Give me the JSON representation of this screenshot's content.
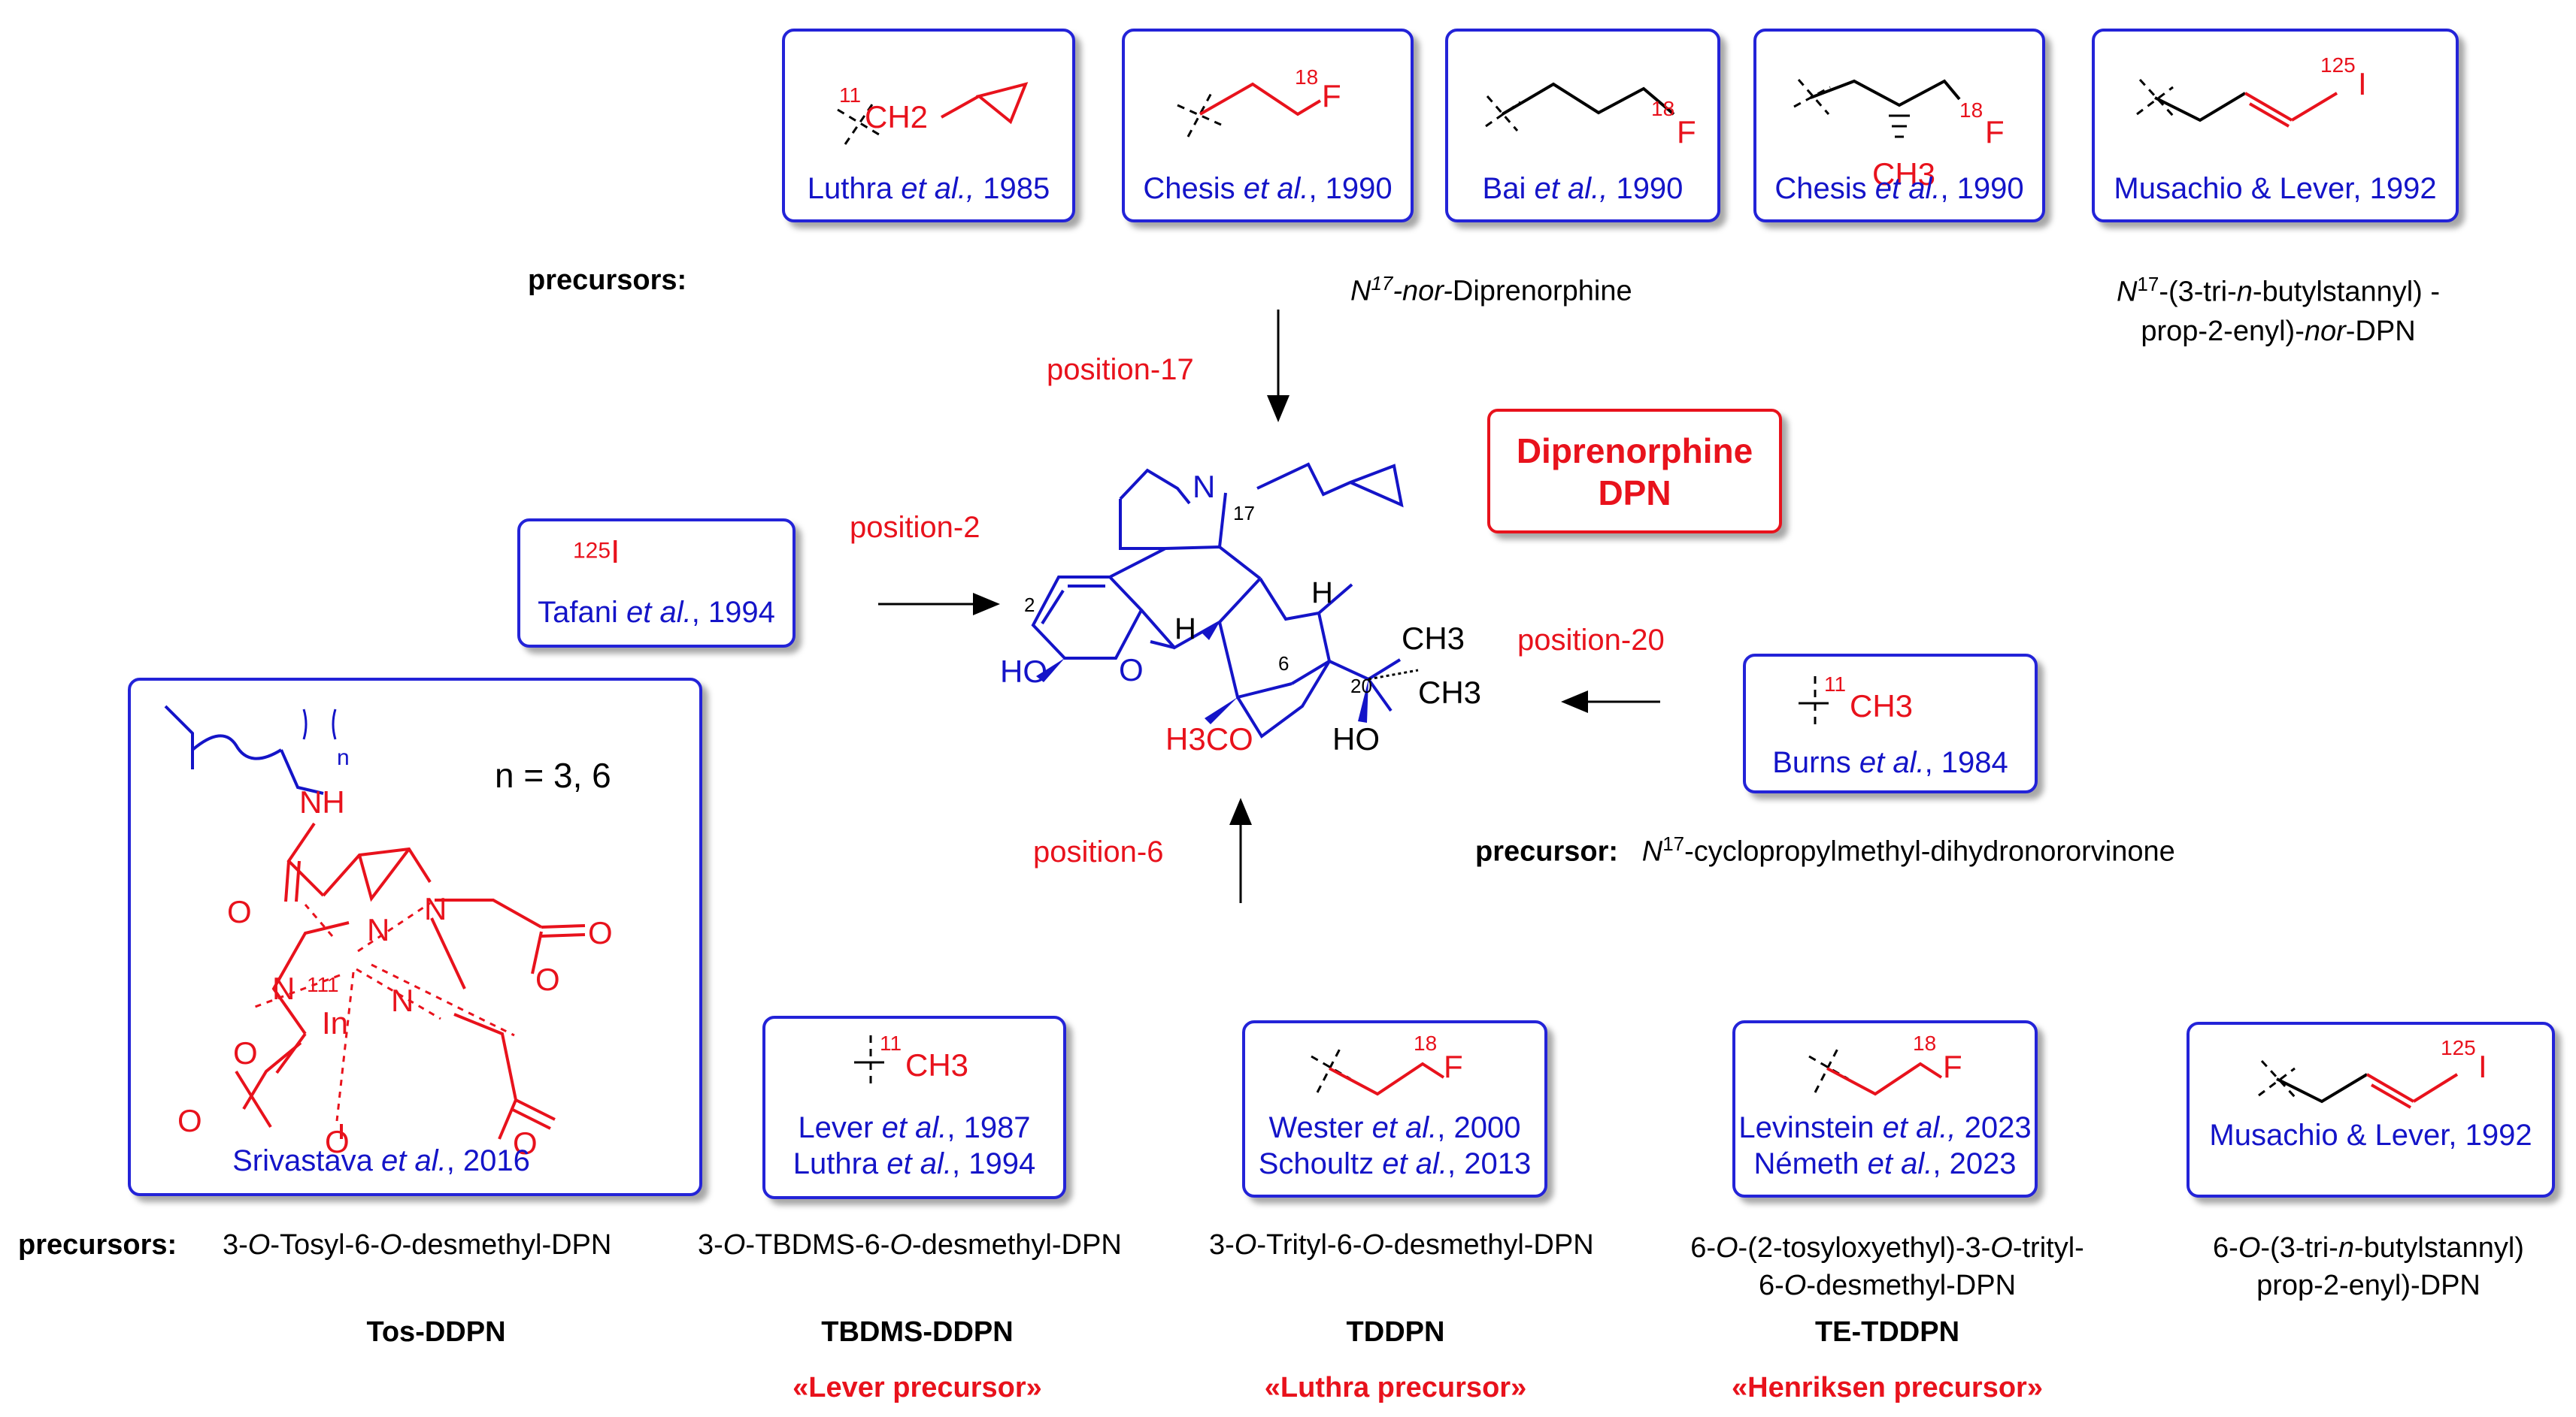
{
  "main": {
    "name_line1": "Diprenorphine",
    "name_line2": "DPN"
  },
  "positions": {
    "p17": "position-17",
    "p2": "position-2",
    "p20": "position-20",
    "p6": "position-6"
  },
  "colors": {
    "blue": "#1414c8",
    "red": "#e8121c",
    "border": "#2323d8"
  },
  "top_boxes": [
    {
      "label": "11",
      "group": "CH2",
      "a1": "Luthra",
      "a2": "et al.,",
      "a3": " 1985"
    },
    {
      "label": "18",
      "group": "F",
      "a1": "Chesis",
      "a2": "et al.",
      "a3": ", 1990"
    },
    {
      "label": "18",
      "group": "F",
      "a1": "Bai",
      "a2": "et al.,",
      "a3": " 1990"
    },
    {
      "label": "18",
      "group": "F",
      "methyl": "CH3",
      "a1": "Chesis",
      "a2": "et al.",
      "a3": ", 1990"
    },
    {
      "label": "125",
      "group": "I",
      "a1": "Musachio & Lever, 1992"
    }
  ],
  "top_precursors": {
    "label": "precursors:",
    "mid_a": "N",
    "mid_b": "17",
    "mid_c": "-nor-",
    "mid_d": "Diprenorphine",
    "right_1a": "N",
    "right_1b": "17",
    "right_1c": "-(3-tri-",
    "right_1d": "n",
    "right_1e": "-butylstannyl) -",
    "right_2a": "prop-2-enyl)-",
    "right_2b": "nor",
    "right_2c": "-DPN"
  },
  "tafani": {
    "label": "125",
    "group": "I",
    "a1": "Tafani",
    "a2": "et al.",
    "a3": ", 1994"
  },
  "burns": {
    "label": "11",
    "group": "CH3",
    "a1": "Burns",
    "a2": "et al.",
    "a3": ", 1984"
  },
  "precursor20": {
    "label": "precursor:",
    "a": "N",
    "b": "17",
    "c": "-cyclopropylmethyl-dihydronororvinone"
  },
  "srivastava": {
    "n_label": "n = 3, 6",
    "sub_n": "n",
    "nh": "NH",
    "in_mass": "111",
    "in": "In",
    "a1": "Srivastava",
    "a2": "et al.",
    "a3": ", 2016"
  },
  "dpn_struct": {
    "n17": "N",
    "n17_num": "17",
    "pos2": "2",
    "pos6": "6",
    "pos20": "20",
    "ho_left": "HO",
    "o_ring": "O",
    "h1": "H",
    "h2": "H",
    "ch3_a": "CH3",
    "ch3_b": "CH3",
    "ho_right": "HO",
    "h3co": "H3CO"
  },
  "bottom_boxes": [
    {
      "label": "11",
      "group": "CH3",
      "l1a": "Lever",
      "l1b": "et al.",
      "l1c": ", 1987",
      "l2a": "Luthra",
      "l2b": "et al.",
      "l2c": ", 1994"
    },
    {
      "label": "18",
      "group": "F",
      "l1a": "Wester",
      "l1b": "et al.",
      "l1c": ", 2000",
      "l2a": "Schoultz",
      "l2b": "et al.",
      "l2c": ", 2013"
    },
    {
      "label": "18",
      "group": "F",
      "l1a": "Levinstein",
      "l1b": "et al.,",
      "l1c": " 2023",
      "l2a": "Németh",
      "l2b": "et al.",
      "l2c": ", 2023"
    },
    {
      "label": "125",
      "group": "I",
      "l1a": "Musachio & Lever, 1992"
    }
  ],
  "bottom_precursors": {
    "label": "precursors:",
    "p1": [
      "3-",
      "O",
      "-Tosyl-6-",
      "O",
      "-desmethyl-DPN"
    ],
    "p2": [
      "3-",
      "O",
      "-TBDMS-6-",
      "O",
      "-desmethyl-DPN"
    ],
    "p3": [
      "3-",
      "O",
      "-Trityl-6-",
      "O",
      "-desmethyl-DPN"
    ],
    "p4a": [
      "6-",
      "O",
      "-(2-tosyloxyethyl)-3-",
      "O",
      "-trityl-"
    ],
    "p4b": [
      "6-",
      "O",
      "-desmethyl-DPN"
    ],
    "p5a": [
      "6-",
      "O",
      "-(3-tri-",
      "n",
      "-butylstannyl)"
    ],
    "p5b": "prop-2-enyl)-DPN"
  },
  "abbreviations": [
    "Tos-DDPN",
    "TBDMS-DDPN",
    "TDDPN",
    "TE-TDDPN"
  ],
  "nicknames": [
    "«Lever precursor»",
    "«Luthra precursor»",
    "«Henriksen precursor»"
  ]
}
